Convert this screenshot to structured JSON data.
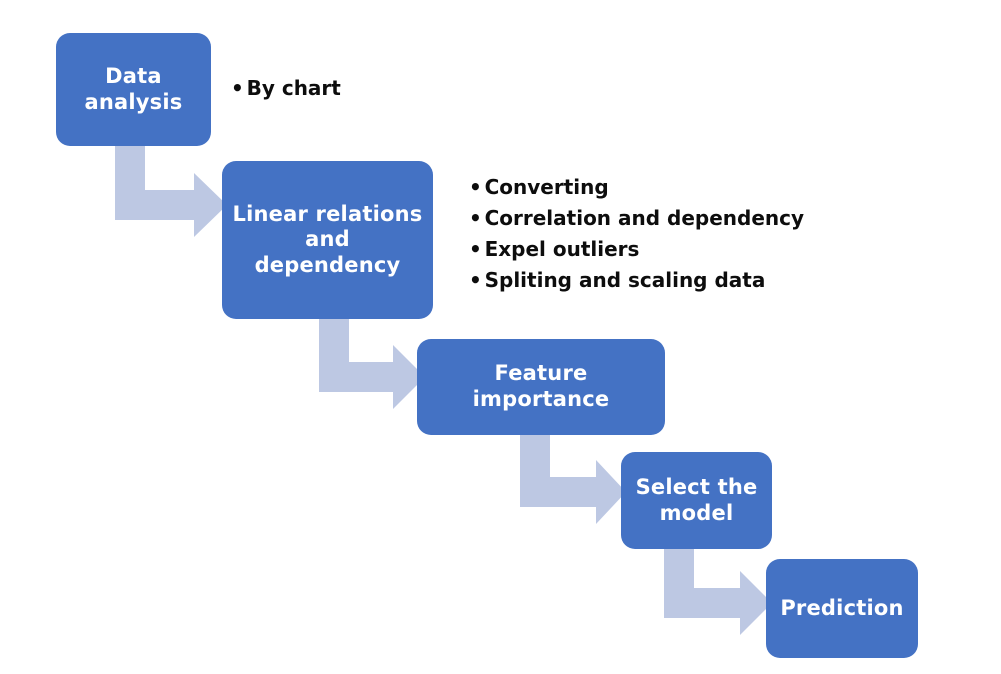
{
  "diagram": {
    "title": "Machine learning workflow flowchart",
    "colors": {
      "node_fill": "#4472C4",
      "node_text": "#FFFFFF",
      "arrow_fill": "#BDC8E3",
      "bullet_text": "#0D0D0D",
      "background": "#FFFFFF"
    },
    "nodes": [
      {
        "id": "data-analysis",
        "label": "Data\nanalysis"
      },
      {
        "id": "linear-relations",
        "label": "Linear relations\nand\ndependency"
      },
      {
        "id": "feature-importance",
        "label": "Feature importance"
      },
      {
        "id": "select-the-model",
        "label": "Select the\nmodel"
      },
      {
        "id": "prediction",
        "label": "Prediction"
      }
    ],
    "annotations": [
      {
        "id": "data-analysis-notes",
        "items": [
          "By chart"
        ]
      },
      {
        "id": "linear-relations-notes",
        "items": [
          "Converting",
          "Correlation and dependency",
          "Expel outliers",
          "Spliting and scaling data"
        ]
      }
    ],
    "connectors": [
      {
        "id": "arrow-data-analysis-to-linear-relations",
        "from": "data-analysis",
        "to": "linear-relations"
      },
      {
        "id": "arrow-linear-relations-to-feature-importance",
        "from": "linear-relations",
        "to": "feature-importance"
      },
      {
        "id": "arrow-feature-importance-to-select-the-model",
        "from": "feature-importance",
        "to": "select-the-model"
      },
      {
        "id": "arrow-select-the-model-to-prediction",
        "from": "select-the-model",
        "to": "prediction"
      }
    ]
  }
}
